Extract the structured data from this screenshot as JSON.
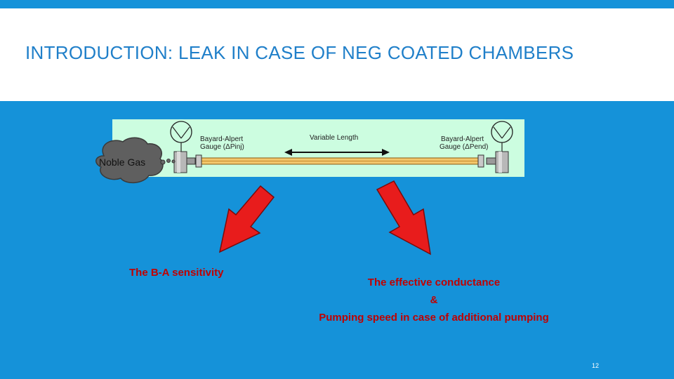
{
  "slide": {
    "title": "INTRODUCTION: LEAK IN CASE OF NEG COATED CHAMBERS",
    "page_number": "12"
  },
  "diagram": {
    "gas_source_label": "Noble Gas",
    "gauge_left_line1": "Bayard-Alpert",
    "gauge_left_line2": "Gauge (ΔPinj)",
    "length_label": "Variable Length",
    "gauge_right_line1": "Bayard-Alpert",
    "gauge_right_line2": "Gauge (ΔPend)"
  },
  "outcomes": {
    "left": "The B-A sensitivity",
    "right_line1": "The effective conductance",
    "right_line2": "&",
    "right_line3": "Pumping speed in case of additional pumping"
  },
  "colors": {
    "background": "#1592d9",
    "title": "#1f7fc9",
    "diagram_bg": "#ccfde0",
    "arrow_red": "#e81c1c",
    "outcome_text": "#c00000"
  }
}
